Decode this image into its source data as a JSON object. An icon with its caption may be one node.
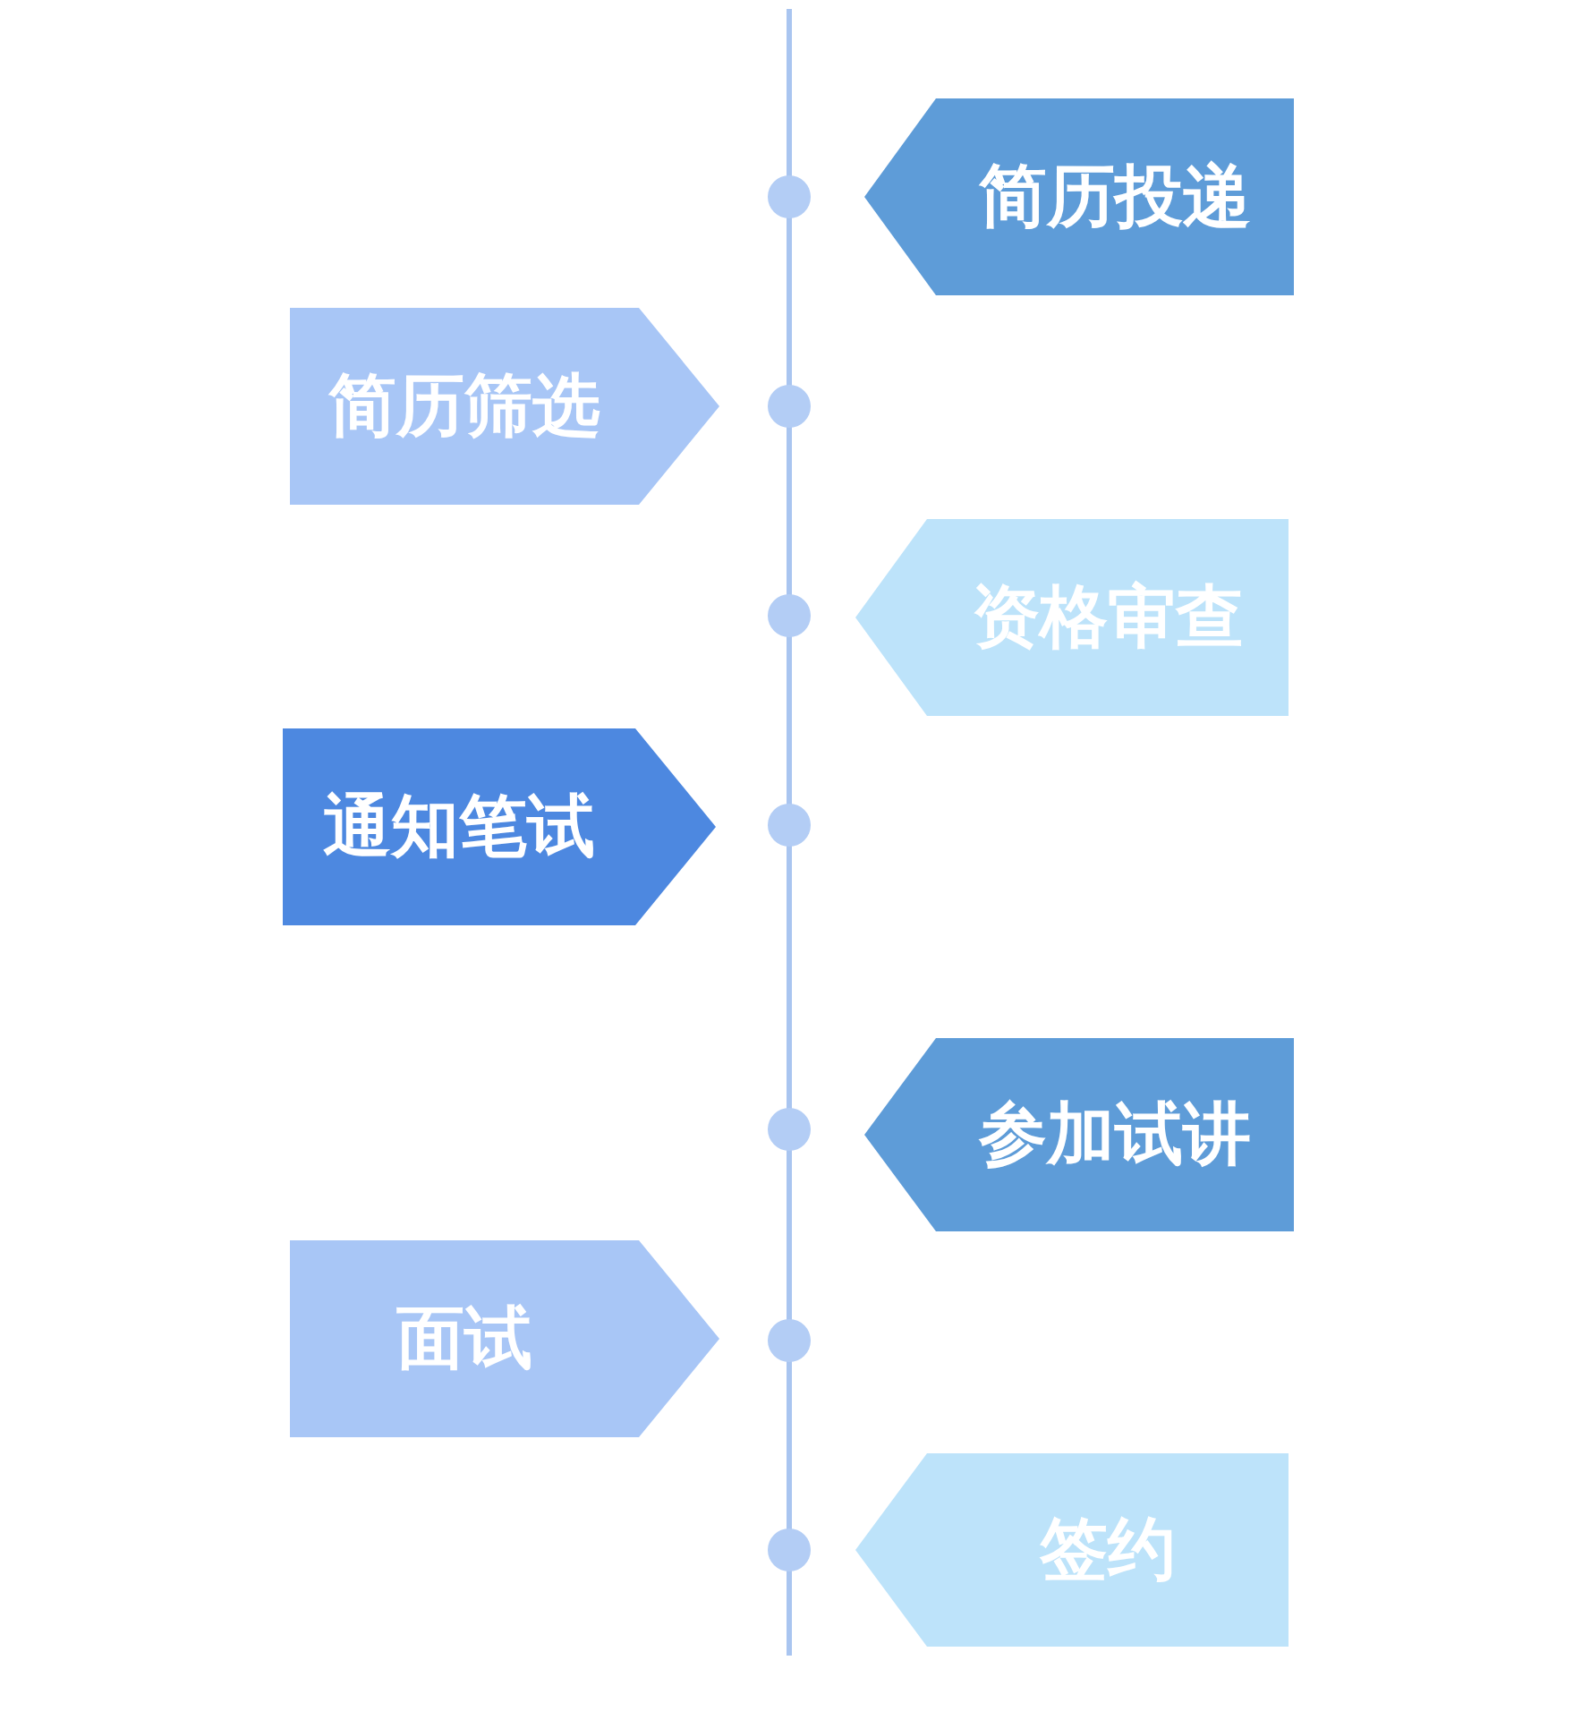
{
  "diagram": {
    "nodes": [
      {
        "text": [
          "简历投递"
        ]
      },
      {
        "text": [
          "简历筛选"
        ]
      },
      {
        "text": [
          "资格审查"
        ]
      },
      {
        "text": [
          "通知笔试"
        ]
      },
      {
        "text": [
          "参加试讲"
        ]
      },
      {
        "text": [
          "面试"
        ]
      },
      {
        "text": [
          "签约"
        ]
      }
    ]
  }
}
